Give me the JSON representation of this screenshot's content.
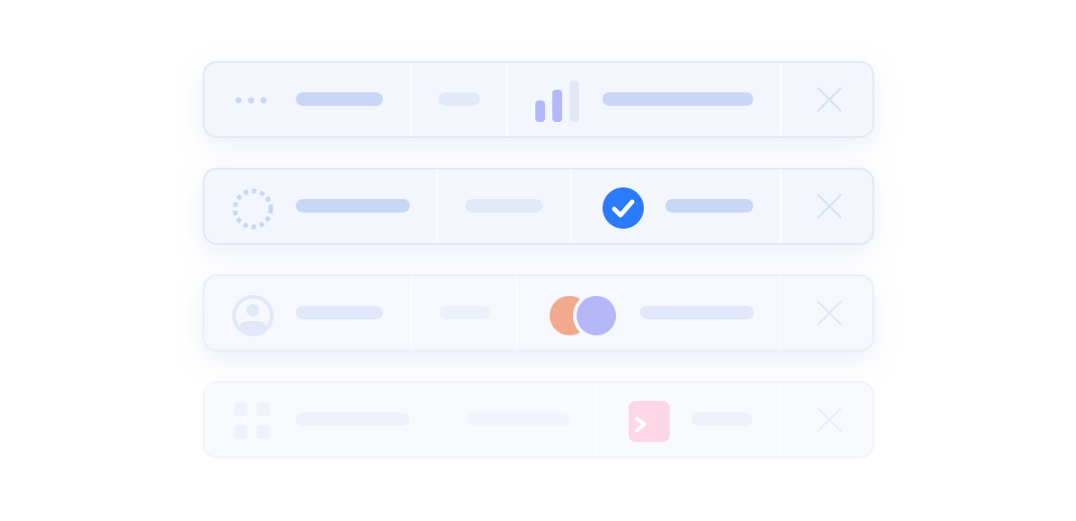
{
  "colors": {
    "accent": "#2b7bff",
    "placeholder_bar": "#c8d7f7",
    "placeholder_bar_light": "#e2eaf9",
    "chart_bar": "#b3b9f8",
    "orange": "#f2a98c",
    "lavender": "#b4b8f7",
    "pink": "#fdd7e6"
  },
  "rows": [
    {
      "icon": "more-dots-icon",
      "status_icon": "signal-bars-icon",
      "opacity": 1
    },
    {
      "icon": "loading-spinner-icon",
      "status_icon": "check-circle-icon",
      "opacity": 1
    },
    {
      "icon": "user-avatar-icon",
      "status_icon": "overlapping-circles-icon",
      "opacity": 0.75
    },
    {
      "icon": "grid-icon",
      "status_icon": "terminal-icon",
      "opacity": 0.45
    }
  ],
  "close_icon": "close-icon"
}
